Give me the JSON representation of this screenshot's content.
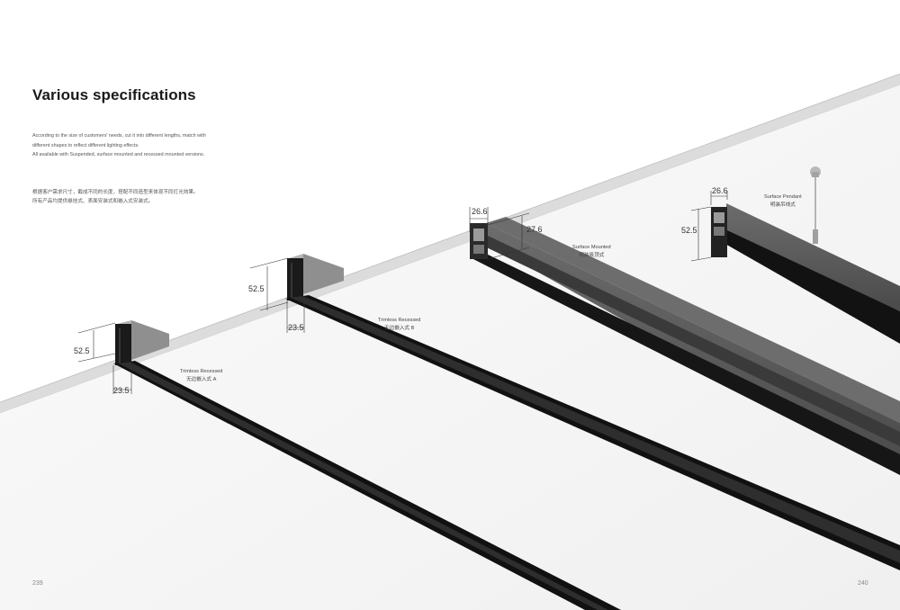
{
  "page": {
    "title": "Various specifications",
    "description_en": [
      "According to the size of customers' needs, cut it into different lengths, match with",
      "different shapes to reflect different lighting effects.",
      "All available with Suspended, surface mounted and recessed  mounted versions."
    ],
    "description_zh": [
      "根据客户需求尺寸，截成不同的长度，搭配不同造型来体现不同灯光效果。",
      "所有产品均提供悬挂式、表面安装式和嵌入式安装式。"
    ],
    "page_left": "239",
    "page_right": "240"
  },
  "products": [
    {
      "name_en": "Trimless Recessed",
      "name_zh": "无边嵌入式 A",
      "height": "52.5",
      "width": "23.5"
    },
    {
      "name_en": "Trimless Recessed",
      "name_zh": "无边嵌入式 B",
      "height": "52.5",
      "width": "23.5"
    },
    {
      "name_en": "Surface Mounted",
      "name_zh": "明装吸顶式",
      "width": "26.6",
      "height": "27.6"
    },
    {
      "name_en": "Surface Pendant",
      "name_zh": "明装吊线式",
      "width": "26.6",
      "height": "52.5"
    }
  ],
  "colors": {
    "background": "#ffffff",
    "ceiling": "#f7f7f7",
    "profile_black": "#101010",
    "profile_gray": "#5a5a5a",
    "ceiling_edge": "#c9c9c9"
  }
}
